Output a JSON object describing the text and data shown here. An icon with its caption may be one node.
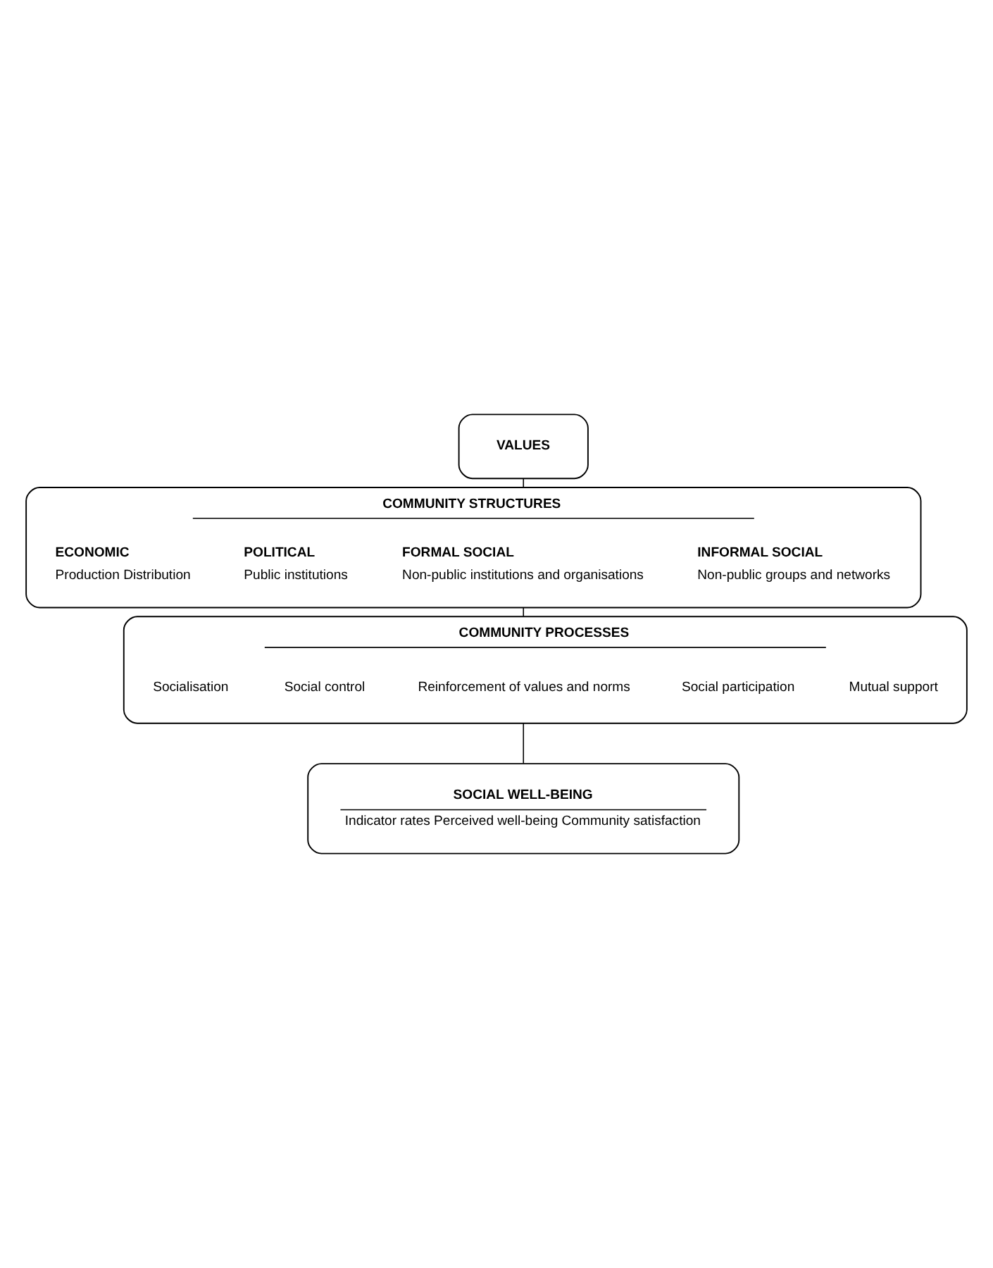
{
  "diagram": {
    "nodes": [
      {
        "text": [
          "VALUES"
        ]
      },
      {
        "text": [
          "COMMUNITY STRUCTURES"
        ]
      },
      {
        "text": [
          "ECONOMIC",
          "Production Distribution"
        ],
        "in": 1
      },
      {
        "text": [
          "POLITICAL",
          "Public institutions"
        ],
        "in": 1
      },
      {
        "text": [
          "FORMAL SOCIAL",
          "Non-public institutions and organisations"
        ],
        "in": 1
      },
      {
        "text": [
          "INFORMAL SOCIAL",
          "Non-public groups and networks"
        ],
        "in": 1
      },
      {
        "text": [
          "COMMUNITY PROCESSES"
        ]
      },
      {
        "text": [
          "Socialisation"
        ],
        "in": 6
      },
      {
        "text": [
          "Social control"
        ],
        "in": 6
      },
      {
        "text": [
          "Reinforcement of values and norms"
        ],
        "in": 6
      },
      {
        "text": [
          "Social participation"
        ],
        "in": 6
      },
      {
        "text": [
          "Mutual support"
        ],
        "in": 6
      },
      {
        "text": [
          "SOCIAL WELL-BEING",
          "Indicator rates Perceived well-being Community satisfaction"
        ]
      }
    ],
    "edges": [
      {
        "from": 0,
        "to": 1,
        "arrow": "none"
      },
      {
        "from": 1,
        "to": 6,
        "arrow": "none"
      },
      {
        "from": 6,
        "to": 12,
        "arrow": "none"
      }
    ]
  }
}
